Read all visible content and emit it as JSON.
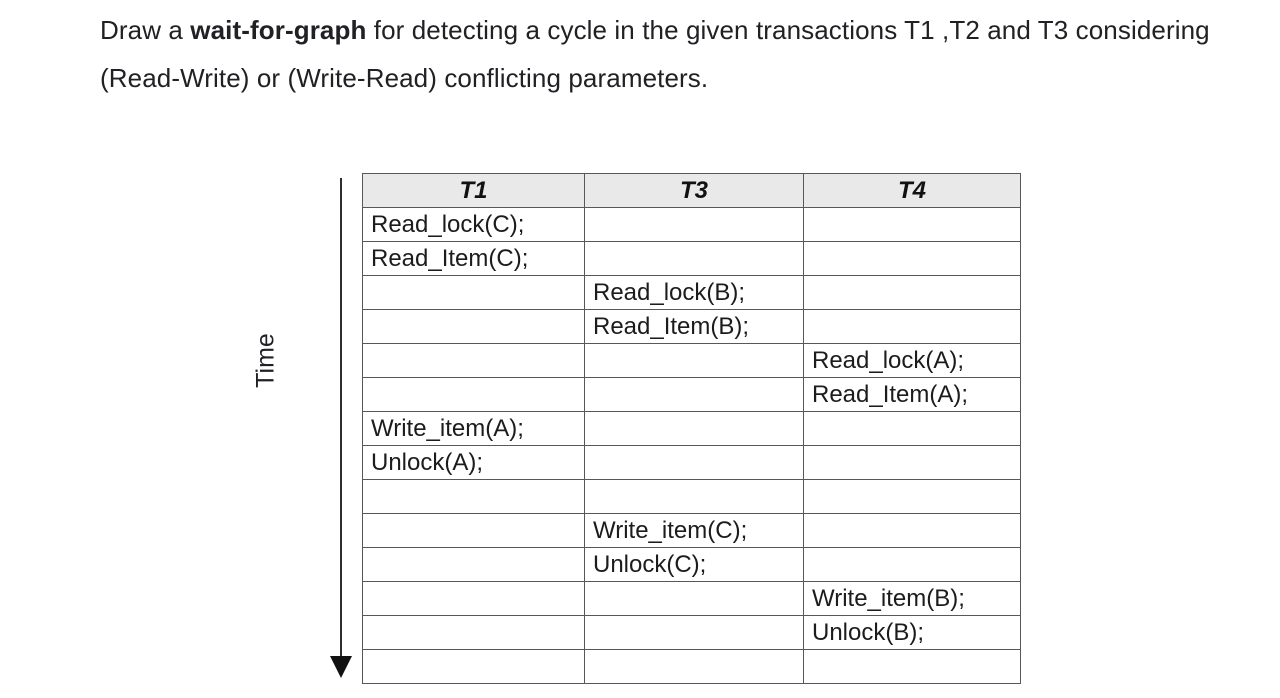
{
  "prompt": {
    "line1_a": "Draw a ",
    "line1_bold": "wait-for-graph",
    "line1_b": " for detecting a cycle in the given transactions T1",
    "line2": ",T2  and T3 considering (Read-Write) or (Write-Read) conflicting",
    "line3": "parameters."
  },
  "axis": {
    "time_label": "Time"
  },
  "table": {
    "columns": [
      "T1",
      "T3",
      "T4"
    ],
    "header_background": "#e9e9e9",
    "border_color": "#58585a",
    "rows": [
      {
        "T1": "Read_lock(C);",
        "T3": "",
        "T4": ""
      },
      {
        "T1": "Read_Item(C);",
        "T3": "",
        "T4": ""
      },
      {
        "T1": "",
        "T3": "Read_lock(B);",
        "T4": ""
      },
      {
        "T1": "",
        "T3": "Read_Item(B);",
        "T4": ""
      },
      {
        "T1": "",
        "T3": "",
        "T4": "Read_lock(A);"
      },
      {
        "T1": "",
        "T3": "",
        "T4": "Read_Item(A);"
      },
      {
        "T1": "Write_item(A);",
        "T3": "",
        "T4": ""
      },
      {
        "T1": "Unlock(A);",
        "T3": "",
        "T4": ""
      },
      {
        "T1": "",
        "T3": "",
        "T4": ""
      },
      {
        "T1": "",
        "T3": "Write_item(C);",
        "T4": ""
      },
      {
        "T1": "",
        "T3": "Unlock(C);",
        "T4": ""
      },
      {
        "T1": "",
        "T3": "",
        "T4": "Write_item(B);"
      },
      {
        "T1": "",
        "T3": "",
        "T4": "Unlock(B);"
      },
      {
        "T1": "",
        "T3": "",
        "T4": ""
      }
    ]
  }
}
